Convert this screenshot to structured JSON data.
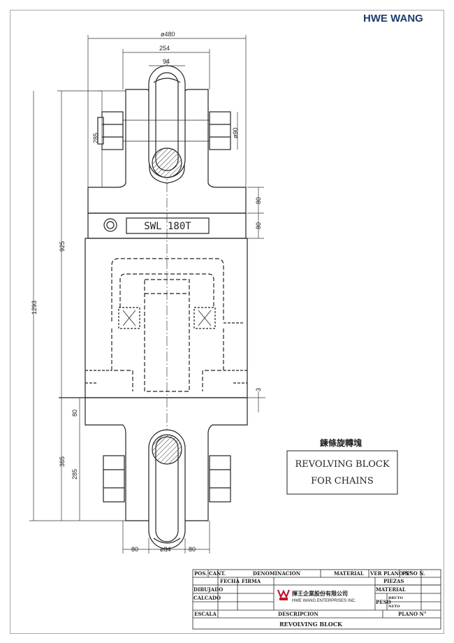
{
  "brand": "HWE WANG",
  "drawing": {
    "swl_label": "SWL 180T",
    "dims": {
      "d480": "ø480",
      "d254": "254",
      "d94": "94",
      "d285_top": "285",
      "d90": "ø90",
      "d80_a": "80",
      "d80_b": "80",
      "d925": "925",
      "d1293": "1293",
      "d3": "3",
      "d80_c": "80",
      "d365": "365",
      "d285_bot": "285",
      "d80_left": "80",
      "d84": "ø84",
      "d80_right": "80"
    }
  },
  "title_box": {
    "chinese": "鍊條旋轉塊",
    "line1": "REVOLVING BLOCK",
    "line2": "FOR CHAINS"
  },
  "title_block": {
    "pos": "POS.",
    "cant": "CANT.",
    "denominacion": "DENOMINACION",
    "material": "MATERIAL",
    "ver_plano": "VER PLANO N°",
    "peso_n": "PESO N.",
    "fecha": "FECHA",
    "firma": "FIRMA",
    "piezas": "PIEZAS",
    "dibujado": "DIBUJADO",
    "calcado": "CALCADO",
    "material2": "MATERIAL",
    "peso": "PESO",
    "bruto": "BRUTO",
    "neto": "NETO",
    "company_cn": "揮王企業股份有限公司",
    "company_en": "HWE WANG ENTERPRISES INC.",
    "escala": "ESCALA",
    "descripcion": "DESCRIPCION",
    "plano_n": "PLANO N°",
    "description_value": "REVOLVING BLOCK"
  }
}
